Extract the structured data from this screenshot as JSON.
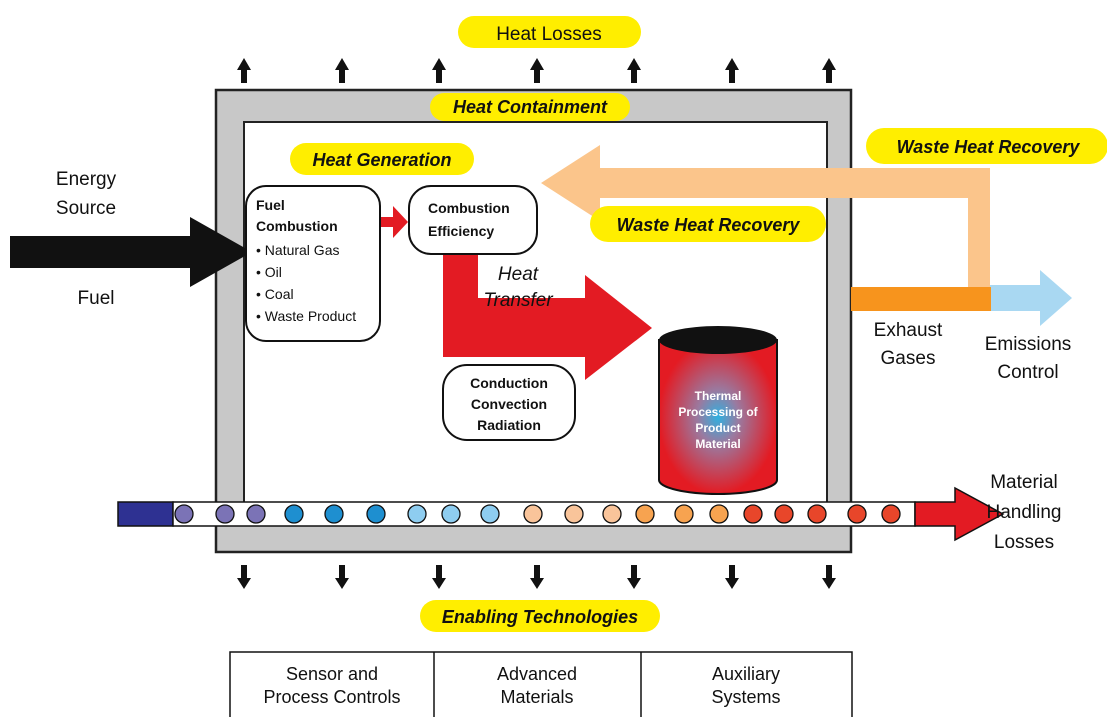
{
  "labels": {
    "heat_losses": "Heat Losses",
    "heat_containment": "Heat Containment",
    "heat_generation": "Heat Generation",
    "waste_heat_recovery_outer": "Waste Heat Recovery",
    "waste_heat_recovery_inner": "Waste Heat Recovery",
    "energy_source": [
      "Energy",
      "Source"
    ],
    "fuel": "Fuel",
    "heat_transfer": [
      "Heat",
      "Transfer"
    ],
    "exhaust_gases": [
      "Exhaust",
      "Gases"
    ],
    "emissions_control": [
      "Emissions",
      "Control"
    ],
    "material_handling_losses": [
      "Material",
      "Handling",
      "Losses"
    ],
    "enabling_technologies": "Enabling Technologies"
  },
  "fuel_box": {
    "title": [
      "Fuel",
      "Combustion"
    ],
    "items": [
      "• Natural Gas",
      "• Oil",
      "• Coal",
      "• Waste Product"
    ]
  },
  "efficiency_box": {
    "lines": [
      "Combustion",
      "Efficiency"
    ]
  },
  "transfer_box": {
    "lines": [
      "Conduction",
      "Convection",
      "Radiation"
    ]
  },
  "tank": {
    "lines": [
      "Thermal",
      "Processing of",
      "Product",
      "Material"
    ]
  },
  "technologies": [
    [
      "Sensor and",
      "Process Controls"
    ],
    [
      "Advanced",
      "Materials"
    ],
    [
      "Auxiliary",
      "Systems"
    ]
  ],
  "colors": {
    "pill": "#ffee00",
    "wall": "#c8c8c8",
    "red_arrow": "#e31b23",
    "recovery": "#fbc58b",
    "exhaust": "#f7941d",
    "emission": "#a9d8f2",
    "feed": "#2e3192"
  },
  "conveyor_beads": [
    "#7b73b6",
    "#7b73b6",
    "#7b73b6",
    "#1e8fd0",
    "#1e8fd0",
    "#1e8fd0",
    "#8ecdf0",
    "#8ecdf0",
    "#8ecdf0",
    "#f9c49a",
    "#f9c49a",
    "#f9c49a",
    "#f7a350",
    "#f7a350",
    "#f7a350",
    "#e8462a",
    "#e8462a",
    "#e8462a",
    "#e8462a",
    "#e8462a"
  ]
}
